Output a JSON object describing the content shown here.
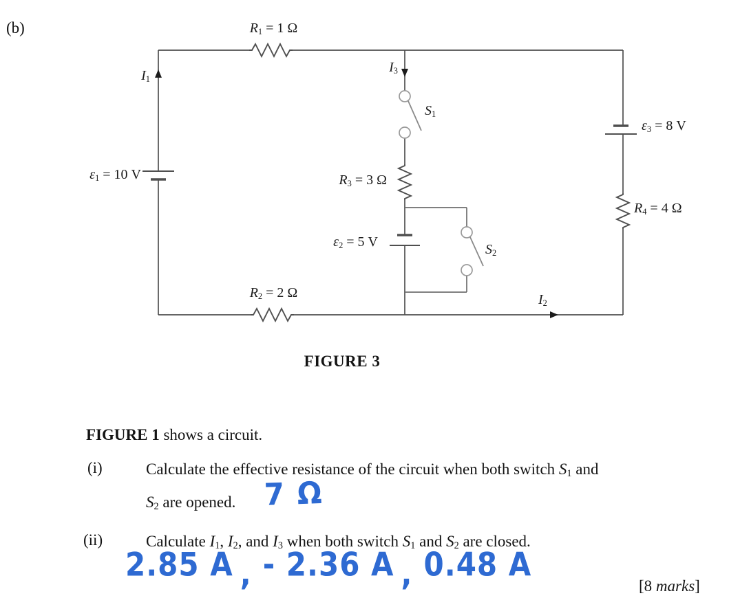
{
  "page": {
    "part_label": "(b)",
    "figure_caption": "FIGURE 3",
    "marks_pre": "[8 ",
    "marks_word": "marks",
    "marks_post": "]"
  },
  "circuit": {
    "colors": {
      "wire": "#4f4f4f",
      "switch": "#969696",
      "handwriting_ink": "#2e6ad2"
    },
    "labels": {
      "r1": {
        "sym": "R",
        "sub": "1",
        "eq": " = 1 Ω"
      },
      "r2": {
        "sym": "R",
        "sub": "2",
        "eq": " = 2 Ω"
      },
      "r3": {
        "sym": "R",
        "sub": "3",
        "eq": " = 3 Ω"
      },
      "r4": {
        "sym": "R",
        "sub": "4",
        "eq": " = 4 Ω"
      },
      "e1": {
        "sym": "ε",
        "sub": "1",
        "eq": " = 10 V"
      },
      "e2": {
        "sym": "ε",
        "sub": "2",
        "eq": " = 5 V"
      },
      "e3": {
        "sym": "ε",
        "sub": "3",
        "eq": " = 8 V"
      },
      "i1": {
        "sym": "I",
        "sub": "1"
      },
      "i2": {
        "sym": "I",
        "sub": "2"
      },
      "i3": {
        "sym": "I",
        "sub": "3"
      },
      "s1": {
        "sym": "S",
        "sub": "1"
      },
      "s2": {
        "sym": "S",
        "sub": "2"
      }
    }
  },
  "questions": {
    "intro_bold": "FIGURE 1",
    "intro_rest": " shows a circuit.",
    "q1": {
      "label": "(i)",
      "line1_a": "Calculate the effective resistance of the circuit when both switch ",
      "line1_s1": {
        "sym": "S",
        "sub": "1"
      },
      "line1_b": " and",
      "line2_s2": {
        "sym": "S",
        "sub": "2"
      },
      "line2_rest": " are opened.",
      "answer": "7 Ω"
    },
    "q2": {
      "label": "(ii)",
      "a": "Calculate ",
      "i1": {
        "sym": "I",
        "sub": "1"
      },
      "b": ", ",
      "i2": {
        "sym": "I",
        "sub": "2"
      },
      "c": ", and ",
      "i3": {
        "sym": "I",
        "sub": "3"
      },
      "d": " when both switch ",
      "s1": {
        "sym": "S",
        "sub": "1"
      },
      "e": " and ",
      "s2": {
        "sym": "S",
        "sub": "2"
      },
      "f": " are closed.",
      "answers": {
        "a1": "2.85 A",
        "comma": ",",
        "a2": "- 2.36 A",
        "a3": "0.48 A"
      }
    }
  }
}
